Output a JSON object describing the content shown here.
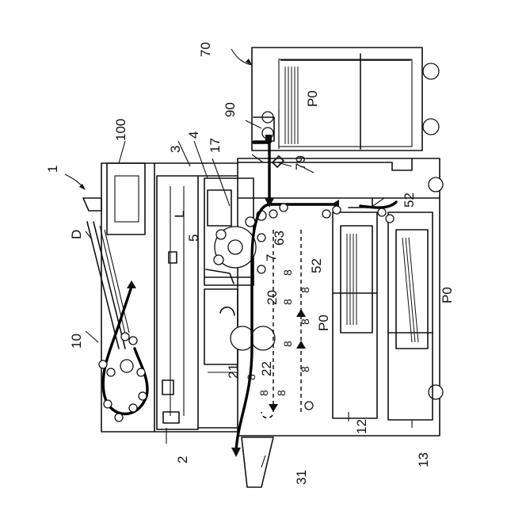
{
  "labels": {
    "apparatus": "1",
    "scanner": "10",
    "adf_number": "100",
    "document": "D",
    "toner": "3",
    "process_unit": "4",
    "fixing": "17",
    "transfer_roller": "90",
    "lcp": "70",
    "sheet_lcp": "P0",
    "ref_79": "79",
    "laser": "L",
    "drum": "5",
    "ref_7": "7",
    "ref_63": "63",
    "ref_20": "20",
    "feed_52a": "52",
    "feed_52b": "52",
    "sheet_p0_tray1": "P0",
    "sheet_p0_tray2": "P0",
    "tray_12": "12",
    "tray_13": "13",
    "ref_21": "21",
    "ref_22": "22",
    "ref_2": "2",
    "exit_tray": "31",
    "mark_8": "8"
  }
}
